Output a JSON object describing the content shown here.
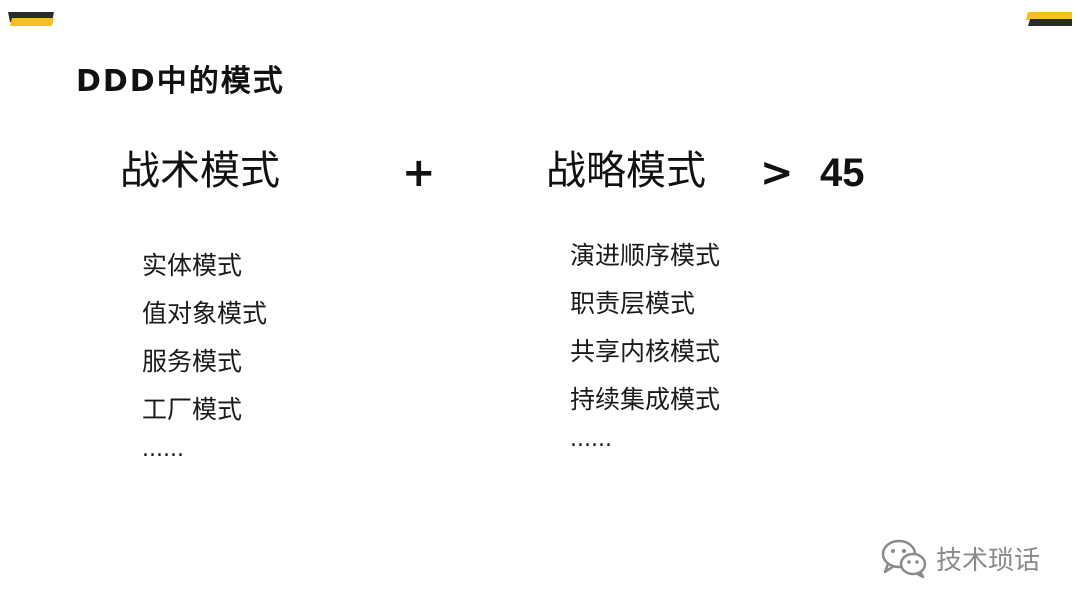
{
  "title": "DDD中的模式",
  "headings": {
    "tactical": "战术模式",
    "plus": "+",
    "strategic": "战略模式",
    "gt": ">",
    "count": "45"
  },
  "tactical_patterns": [
    "实体模式",
    "值对象模式",
    "服务模式",
    "工厂模式",
    "......"
  ],
  "strategic_patterns": [
    "演进顺序模式",
    "职责层模式",
    "共享内核模式",
    "持续集成模式",
    "......"
  ],
  "watermark": {
    "text": "技术琐话",
    "icon": "wechat-icon"
  },
  "colors": {
    "accent_yellow": "#F2C21B",
    "accent_dark": "#2B2B2B",
    "watermark": "#8a8a8a"
  }
}
